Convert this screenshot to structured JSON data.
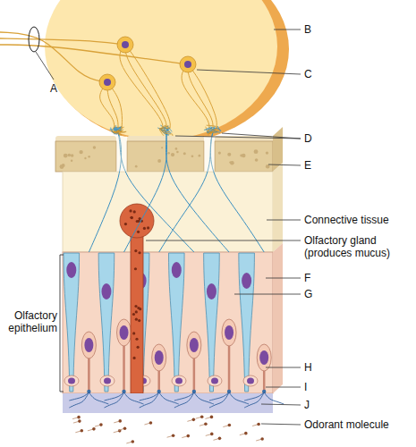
{
  "diagram": {
    "labels": [
      "A",
      "B",
      "C",
      "D",
      "E",
      "Connective tissue",
      "Olfactory gland (produces mucus)",
      "F",
      "G",
      "Olfactory epithelium",
      "H",
      "I",
      "J",
      "Odorant molecule"
    ]
  }
}
